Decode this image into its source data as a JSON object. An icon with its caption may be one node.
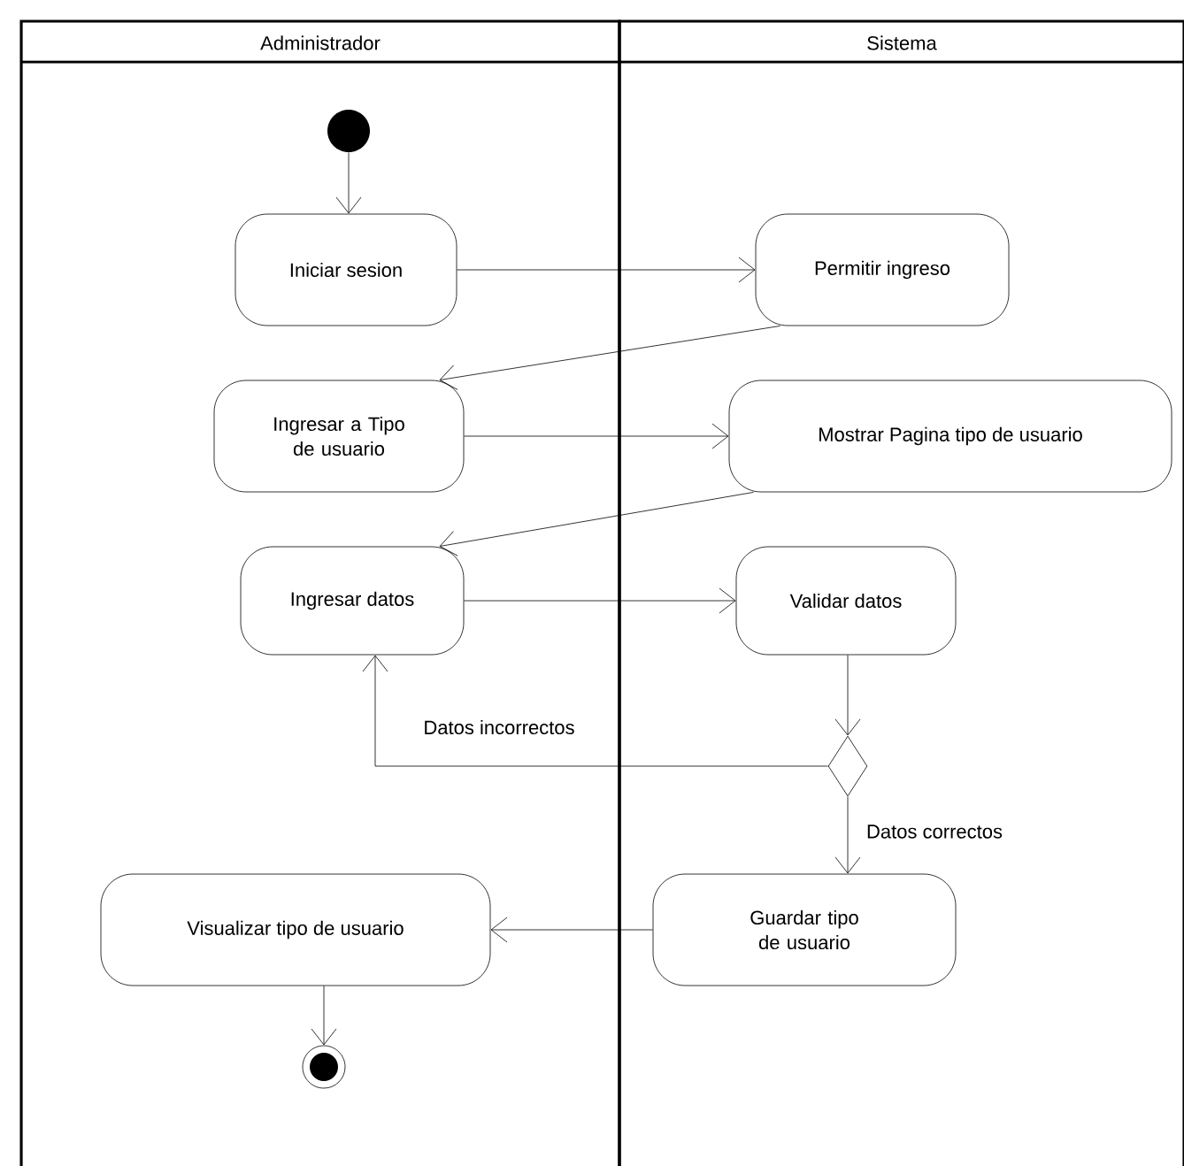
{
  "diagram": {
    "nodes": [
      {
        "text": [
          "Administrador"
        ]
      },
      {
        "text": [
          "Sistema"
        ]
      },
      {
        "text": [],
        "shape": "circle",
        "in": 0
      },
      {
        "text": [
          "Iniciar sesion"
        ],
        "in": 0
      },
      {
        "text": [
          "Permitir ingreso"
        ],
        "in": 1
      },
      {
        "text": [
          "Ingresar a Tipo de usuario"
        ],
        "in": 0
      },
      {
        "text": [
          "Mostrar Pagina tipo de usuario"
        ],
        "in": 1
      },
      {
        "text": [
          "Ingresar datos"
        ],
        "in": 0
      },
      {
        "text": [
          "Validar datos"
        ],
        "in": 1
      },
      {
        "text": [],
        "shape": "diamond",
        "in": 1
      },
      {
        "text": [
          "Guardar tipo de usuario"
        ],
        "in": 1
      },
      {
        "text": [
          "Visualizar tipo de usuario"
        ],
        "in": 0
      },
      {
        "text": [],
        "shape": "bullseye",
        "in": 0
      }
    ],
    "edges": [
      {
        "from": 2,
        "to": 3,
        "arrow": "to"
      },
      {
        "from": 3,
        "to": 4,
        "arrow": "to"
      },
      {
        "from": 4,
        "to": 5,
        "arrow": "to"
      },
      {
        "from": 5,
        "to": 6,
        "arrow": "to"
      },
      {
        "from": 6,
        "to": 7,
        "arrow": "to"
      },
      {
        "from": 7,
        "to": 8,
        "arrow": "to"
      },
      {
        "from": 8,
        "to": 9,
        "arrow": "to"
      },
      {
        "from": 9,
        "to": 7,
        "arrow": "to",
        "label": "Datos incorrectos"
      },
      {
        "from": 9,
        "to": 10,
        "arrow": "to",
        "label": "Datos correctos"
      },
      {
        "from": 10,
        "to": 11,
        "arrow": "to"
      },
      {
        "from": 11,
        "to": 12,
        "arrow": "to"
      }
    ]
  }
}
